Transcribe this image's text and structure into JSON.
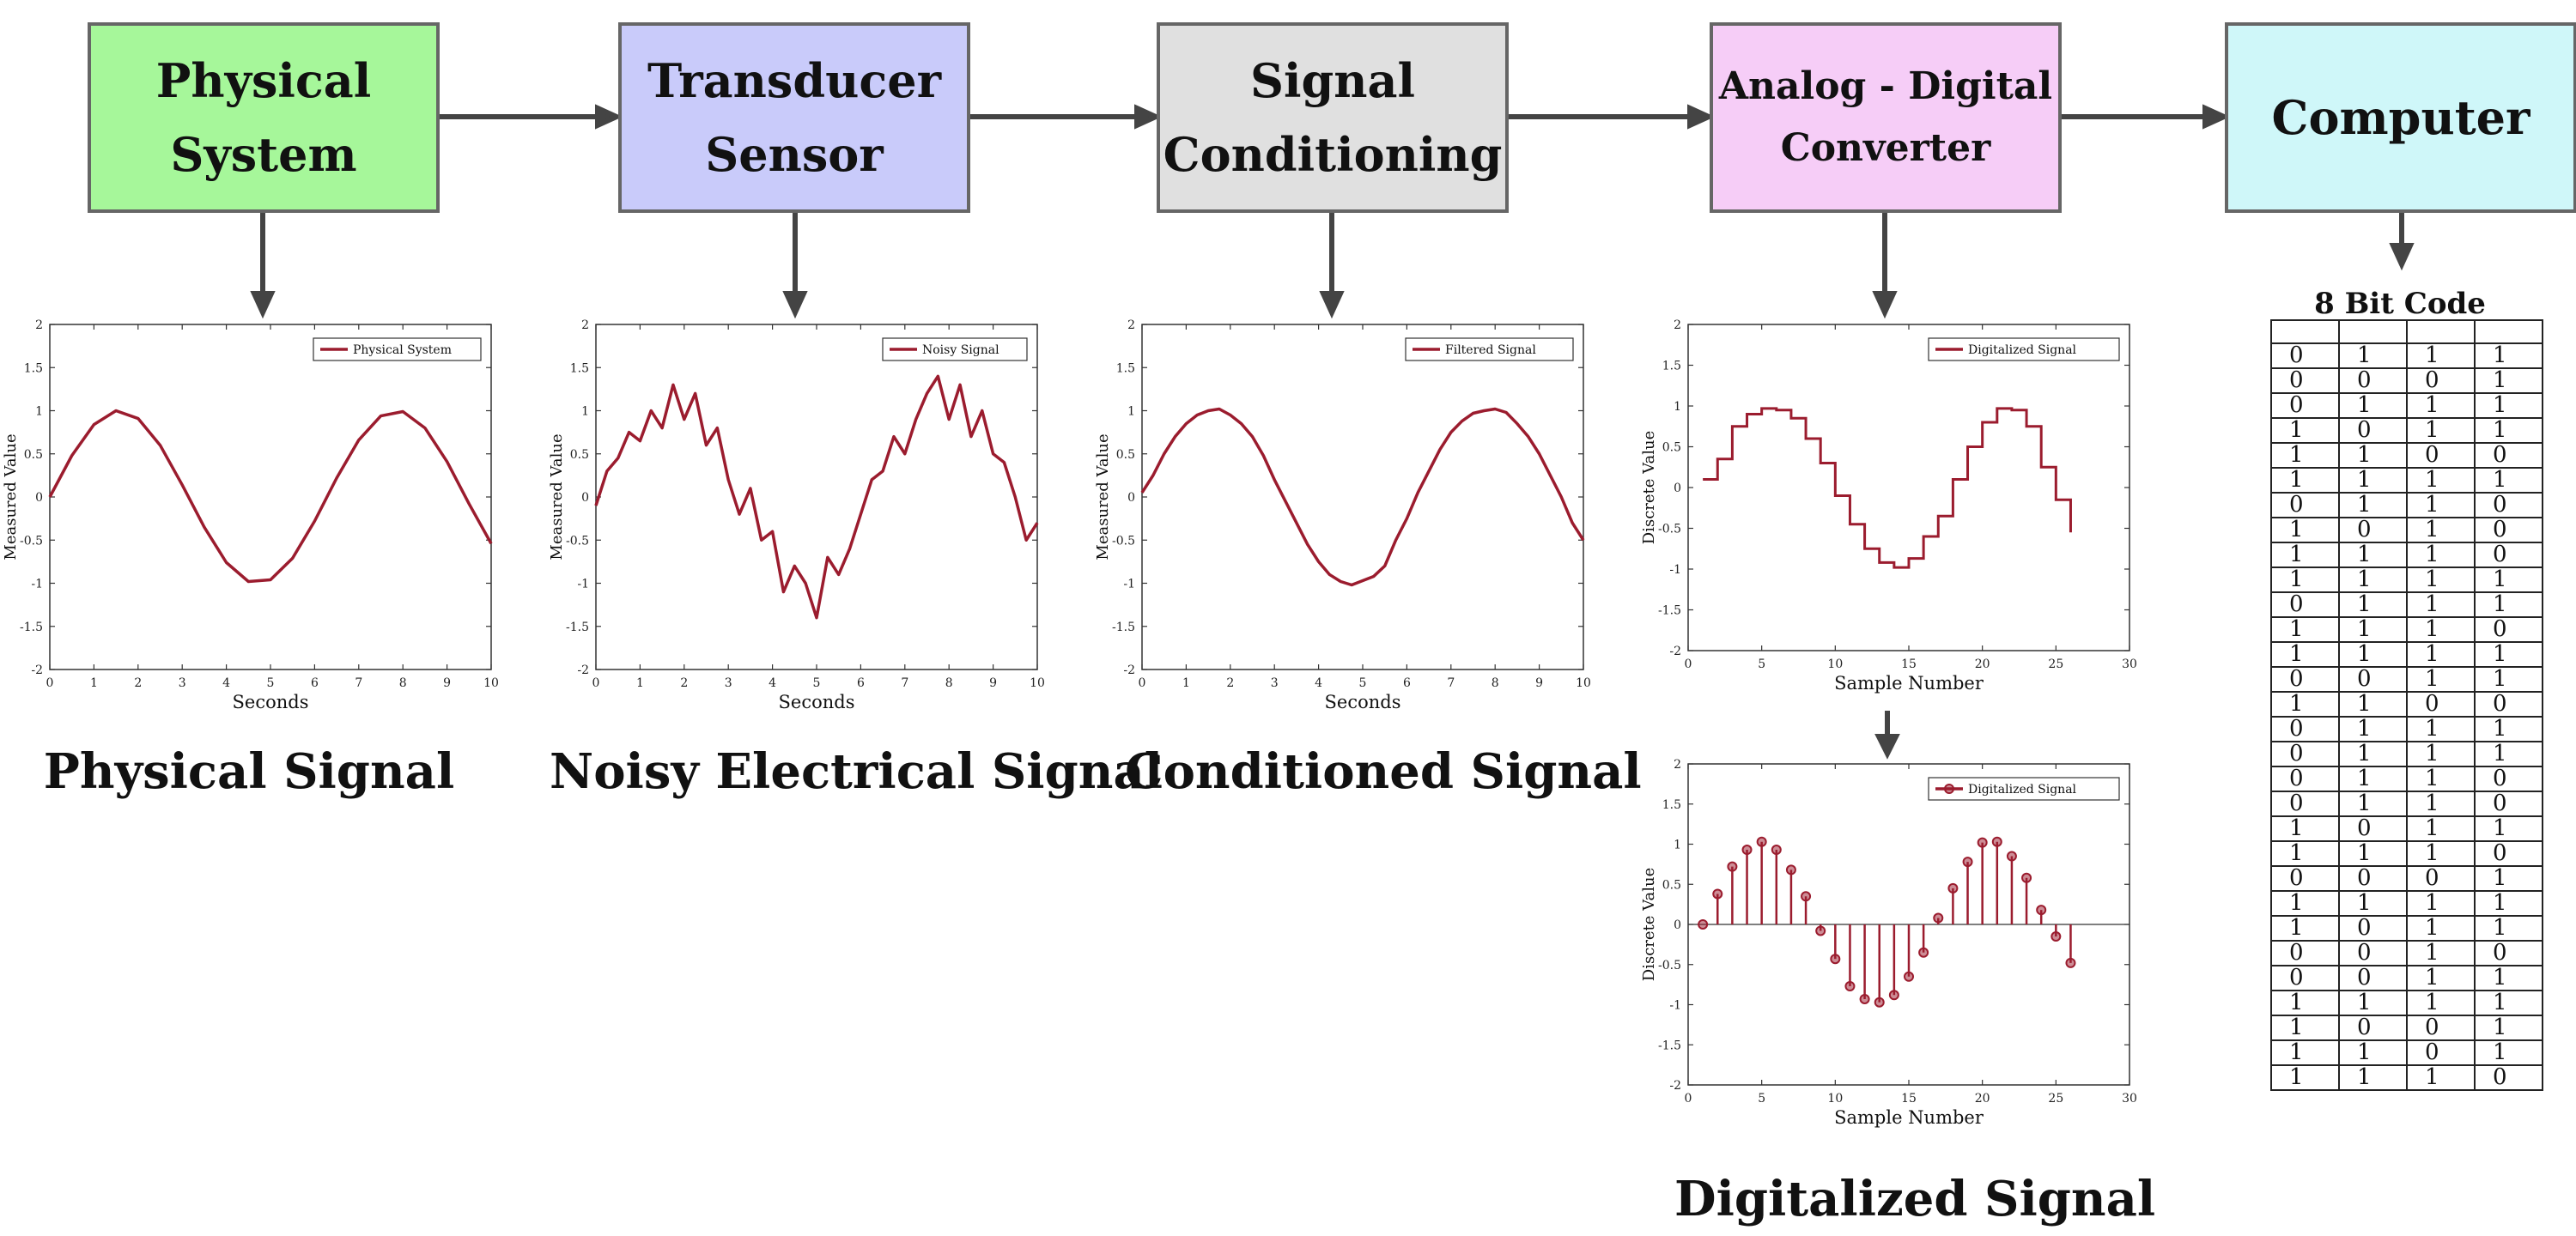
{
  "blocks": [
    {
      "label": "Physical\nSystem",
      "color": "#a6f79a"
    },
    {
      "label": "Transducer\nSensor",
      "color": "#c9cbfa"
    },
    {
      "label": "Signal\nConditioning",
      "color": "#e0e0e0"
    },
    {
      "label": "Analog - Digital\nConverter",
      "color": "#f6cdf7"
    },
    {
      "label": "Computer",
      "color": "#cff7f9"
    }
  ],
  "captions": {
    "physical": "Physical Signal",
    "noisy": "Noisy Electrical Signal",
    "conditioned": "Conditioned Signal",
    "digitalized": "Digitalized Signal"
  },
  "code_table": {
    "title": "8 Bit Code",
    "rows": [
      [
        "",
        "",
        "",
        ""
      ],
      [
        "0",
        "1",
        "1",
        "1"
      ],
      [
        "0",
        "0",
        "0",
        "1"
      ],
      [
        "0",
        "1",
        "1",
        "1"
      ],
      [
        "1",
        "0",
        "1",
        "1"
      ],
      [
        "1",
        "1",
        "0",
        "0"
      ],
      [
        "1",
        "1",
        "1",
        "1"
      ],
      [
        "0",
        "1",
        "1",
        "0"
      ],
      [
        "1",
        "0",
        "1",
        "0"
      ],
      [
        "1",
        "1",
        "1",
        "0"
      ],
      [
        "1",
        "1",
        "1",
        "1"
      ],
      [
        "0",
        "1",
        "1",
        "1"
      ],
      [
        "1",
        "1",
        "1",
        "0"
      ],
      [
        "1",
        "1",
        "1",
        "1"
      ],
      [
        "0",
        "0",
        "1",
        "1"
      ],
      [
        "1",
        "1",
        "0",
        "0"
      ],
      [
        "0",
        "1",
        "1",
        "1"
      ],
      [
        "0",
        "1",
        "1",
        "1"
      ],
      [
        "0",
        "1",
        "1",
        "0"
      ],
      [
        "0",
        "1",
        "1",
        "0"
      ],
      [
        "1",
        "0",
        "1",
        "1"
      ],
      [
        "1",
        "1",
        "1",
        "0"
      ],
      [
        "0",
        "0",
        "0",
        "1"
      ],
      [
        "1",
        "1",
        "1",
        "1"
      ],
      [
        "1",
        "0",
        "1",
        "1"
      ],
      [
        "0",
        "0",
        "1",
        "0"
      ],
      [
        "0",
        "0",
        "1",
        "1"
      ],
      [
        "1",
        "1",
        "1",
        "1"
      ],
      [
        "1",
        "0",
        "0",
        "1"
      ],
      [
        "1",
        "1",
        "0",
        "1"
      ],
      [
        "1",
        "1",
        "1",
        "0"
      ]
    ]
  },
  "colors": {
    "signal": "#9b1c2e",
    "arrow": "#444444"
  },
  "chart_data": [
    {
      "type": "line",
      "xlabel": "Seconds",
      "ylabel": "Measured Value",
      "xlim": [
        0,
        10
      ],
      "ylim": [
        -2,
        2
      ],
      "xticks": [
        "0",
        "1",
        "2",
        "3",
        "4",
        "5",
        "6",
        "7",
        "8",
        "9",
        "10"
      ],
      "yticks": [
        "2",
        "1.5",
        "1",
        "0.5",
        "0",
        "-0.5",
        "-1",
        "-1.5",
        "-2"
      ],
      "series": [
        {
          "name": "Physical System",
          "x": [
            0,
            0.5,
            1,
            1.5,
            2,
            2.5,
            3,
            3.5,
            4,
            4.5,
            5,
            5.5,
            6,
            6.5,
            7,
            7.5,
            8,
            8.5,
            9,
            9.5,
            10
          ],
          "y": [
            0,
            0.48,
            0.84,
            1.0,
            0.91,
            0.6,
            0.14,
            -0.35,
            -0.76,
            -0.98,
            -0.96,
            -0.71,
            -0.28,
            0.22,
            0.66,
            0.94,
            0.99,
            0.8,
            0.41,
            -0.08,
            -0.54
          ]
        }
      ]
    },
    {
      "type": "line",
      "xlabel": "Seconds",
      "ylabel": "Measured Value",
      "xlim": [
        0,
        10
      ],
      "ylim": [
        -2,
        2
      ],
      "xticks": [
        "0",
        "1",
        "2",
        "3",
        "4",
        "5",
        "6",
        "7",
        "8",
        "9",
        "10"
      ],
      "yticks": [
        "2",
        "1.5",
        "1",
        "0.5",
        "0",
        "-0.5",
        "-1",
        "-1.5",
        "-2"
      ],
      "series": [
        {
          "name": "Noisy Signal",
          "x": [
            0,
            0.25,
            0.5,
            0.75,
            1,
            1.25,
            1.5,
            1.75,
            2,
            2.25,
            2.5,
            2.75,
            3,
            3.25,
            3.5,
            3.75,
            4,
            4.25,
            4.5,
            4.75,
            5,
            5.25,
            5.5,
            5.75,
            6,
            6.25,
            6.5,
            6.75,
            7,
            7.25,
            7.5,
            7.75,
            8,
            8.25,
            8.5,
            8.75,
            9,
            9.25,
            9.5,
            9.75,
            10
          ],
          "y": [
            -0.1,
            0.3,
            0.45,
            0.75,
            0.65,
            1.0,
            0.8,
            1.3,
            0.9,
            1.2,
            0.6,
            0.8,
            0.2,
            -0.2,
            0.1,
            -0.5,
            -0.4,
            -1.1,
            -0.8,
            -1.0,
            -1.4,
            -0.7,
            -0.9,
            -0.6,
            -0.2,
            0.2,
            0.3,
            0.7,
            0.5,
            0.9,
            1.2,
            1.4,
            0.9,
            1.3,
            0.7,
            1.0,
            0.5,
            0.4,
            0.0,
            -0.5,
            -0.3
          ]
        }
      ]
    },
    {
      "type": "line",
      "xlabel": "Seconds",
      "ylabel": "Measured Value",
      "xlim": [
        0,
        10
      ],
      "ylim": [
        -2,
        2
      ],
      "xticks": [
        "0",
        "1",
        "2",
        "3",
        "4",
        "5",
        "6",
        "7",
        "8",
        "9",
        "10"
      ],
      "yticks": [
        "2",
        "1.5",
        "1",
        "0.5",
        "0",
        "-0.5",
        "-1",
        "-1.5",
        "-2"
      ],
      "series": [
        {
          "name": "Filtered Signal",
          "x": [
            0,
            0.25,
            0.5,
            0.75,
            1,
            1.25,
            1.5,
            1.75,
            2,
            2.25,
            2.5,
            2.75,
            3,
            3.25,
            3.5,
            3.75,
            4,
            4.25,
            4.5,
            4.75,
            5,
            5.25,
            5.5,
            5.75,
            6,
            6.25,
            6.5,
            6.75,
            7,
            7.25,
            7.5,
            7.75,
            8,
            8.25,
            8.5,
            8.75,
            9,
            9.25,
            9.5,
            9.75,
            10
          ],
          "y": [
            0.05,
            0.25,
            0.5,
            0.7,
            0.85,
            0.95,
            1.0,
            1.02,
            0.95,
            0.85,
            0.7,
            0.48,
            0.2,
            -0.05,
            -0.3,
            -0.55,
            -0.75,
            -0.9,
            -0.98,
            -1.02,
            -0.97,
            -0.92,
            -0.8,
            -0.5,
            -0.25,
            0.05,
            0.3,
            0.55,
            0.75,
            0.88,
            0.97,
            1.0,
            1.02,
            0.98,
            0.85,
            0.7,
            0.5,
            0.25,
            0.0,
            -0.3,
            -0.5
          ]
        }
      ]
    },
    {
      "type": "line",
      "xlabel": "Sample Number",
      "ylabel": "Discrete Value",
      "xlim": [
        0,
        30
      ],
      "ylim": [
        -2,
        2
      ],
      "xticks": [
        "0",
        "5",
        "10",
        "15",
        "20",
        "25",
        "30"
      ],
      "yticks": [
        "2",
        "1.5",
        "1",
        "0.5",
        "0",
        "-0.5",
        "-1",
        "-1.5",
        "-2"
      ],
      "series": [
        {
          "name": "Digitalized Signal",
          "x": [
            1,
            2,
            3,
            4,
            5,
            6,
            7,
            8,
            9,
            10,
            11,
            12,
            13,
            14,
            15,
            16,
            17,
            18,
            19,
            20,
            21,
            22,
            23,
            24,
            25,
            26
          ],
          "y": [
            0.1,
            0.35,
            0.75,
            0.9,
            0.97,
            0.95,
            0.85,
            0.6,
            0.3,
            -0.1,
            -0.45,
            -0.75,
            -0.92,
            -0.98,
            -0.87,
            -0.6,
            -0.35,
            0.1,
            0.5,
            0.8,
            0.97,
            0.95,
            0.75,
            0.25,
            -0.15,
            -0.55
          ]
        }
      ]
    },
    {
      "type": "scatter",
      "xlabel": "Sample Number",
      "ylabel": "Discrete Value",
      "xlim": [
        0,
        30
      ],
      "ylim": [
        -2,
        2
      ],
      "xticks": [
        "0",
        "5",
        "10",
        "15",
        "20",
        "25",
        "30"
      ],
      "yticks": [
        "2",
        "1.5",
        "1",
        "0.5",
        "0",
        "-0.5",
        "-1",
        "-1.5",
        "-2"
      ],
      "series": [
        {
          "name": "Digitalized Signal",
          "x": [
            1,
            2,
            3,
            4,
            5,
            6,
            7,
            8,
            9,
            10,
            11,
            12,
            13,
            14,
            15,
            16,
            17,
            18,
            19,
            20,
            21,
            22,
            23,
            24,
            25,
            26
          ],
          "y": [
            0.0,
            0.38,
            0.72,
            0.93,
            1.03,
            0.93,
            0.68,
            0.35,
            -0.08,
            -0.43,
            -0.77,
            -0.93,
            -0.97,
            -0.88,
            -0.65,
            -0.35,
            0.08,
            0.45,
            0.78,
            1.02,
            1.03,
            0.85,
            0.58,
            0.18,
            -0.15,
            -0.48
          ]
        }
      ]
    }
  ]
}
